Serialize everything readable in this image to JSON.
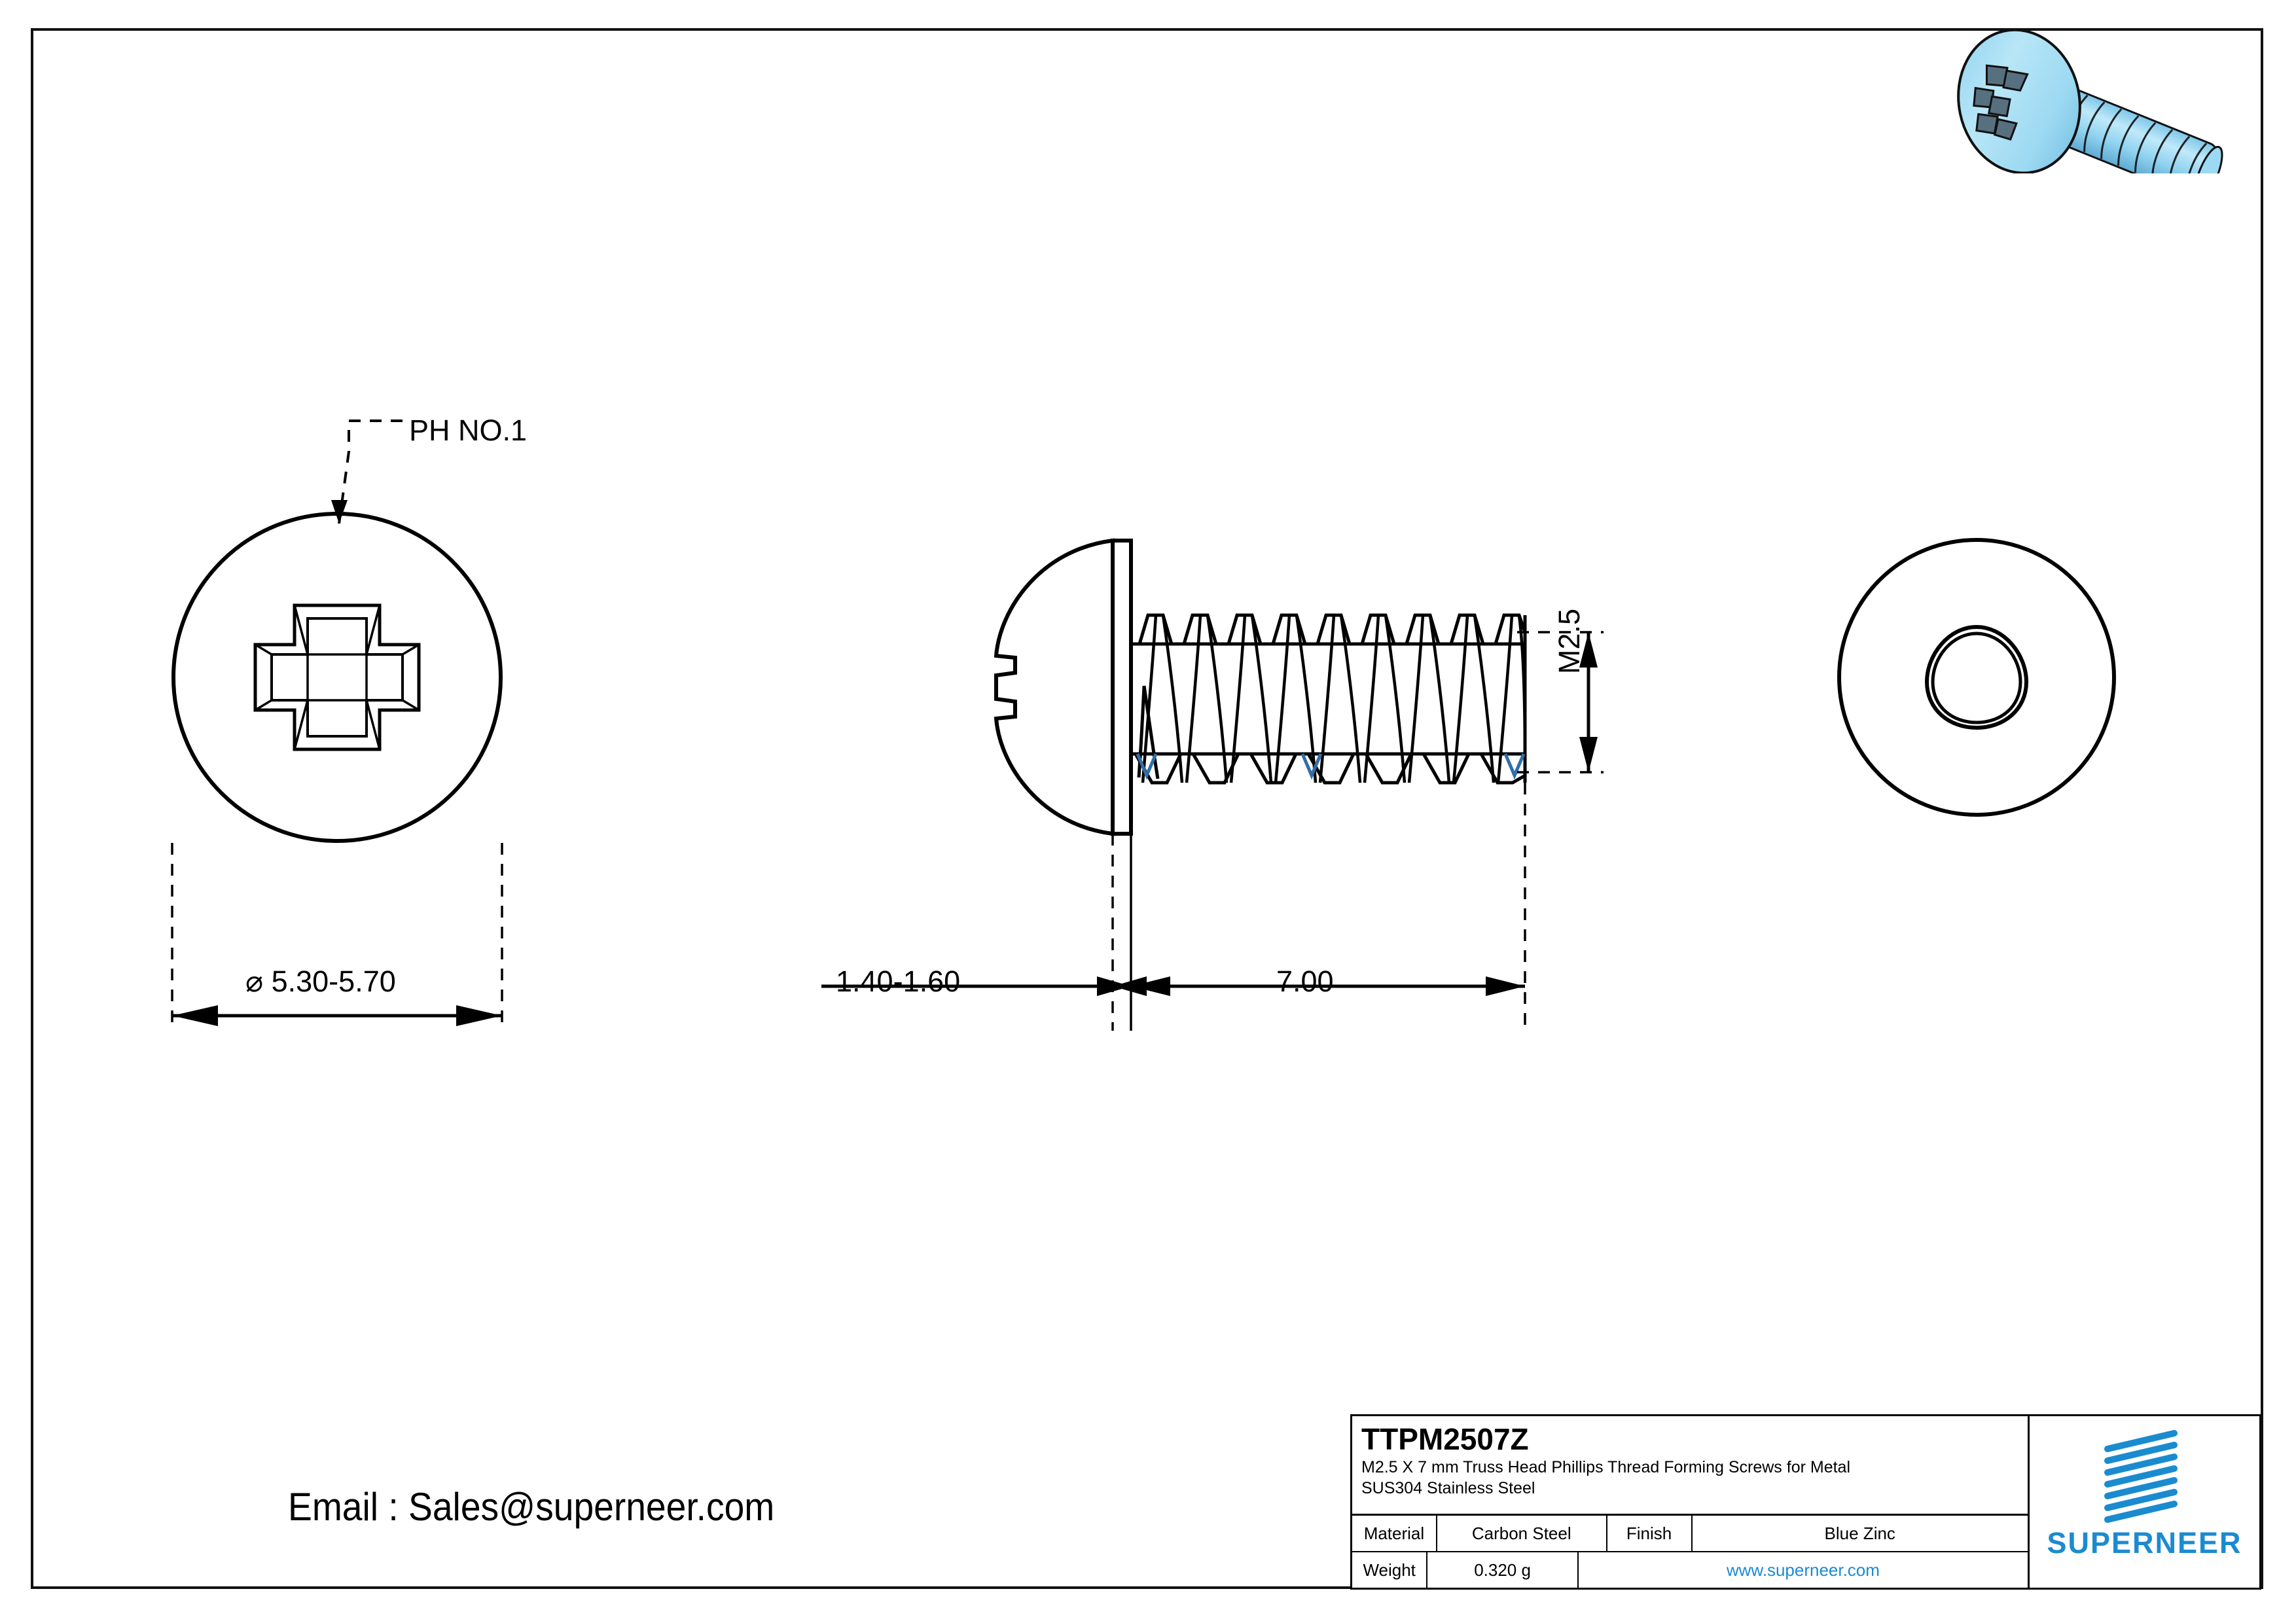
{
  "drawing": {
    "part_number": "TTPM2507Z",
    "description_line1": "M2.5 X 7 mm Truss Head Phillips Thread Forming Screws for Metal",
    "description_line2": "SUS304 Stainless Steel",
    "email_text": "Email : Sales@superneer.com",
    "brand_color": "#1b8bd0"
  },
  "annotations": {
    "drive_callout": "PH NO.1",
    "head_diameter": "⌀ 5.30-5.70",
    "head_height": "1.40-1.60",
    "thread_length": "7.00",
    "thread_size": "M2.5"
  },
  "titleblock": {
    "material_label": "Material",
    "material_value": "Carbon Steel",
    "finish_label": "Finish",
    "finish_value": "Blue Zinc",
    "weight_label": "Weight",
    "weight_value": "0.320 g",
    "website": "www.superneer.com",
    "logo_text": "SUPERNEER"
  },
  "views": {
    "front_view": "head-top-view-with-phillips-recess",
    "side_view": "truss-head-screw-side-section",
    "rear_view": "trilobular-thread-end-view",
    "isometric": "blue-zinc-truss-head-phillips-screw-3d"
  }
}
